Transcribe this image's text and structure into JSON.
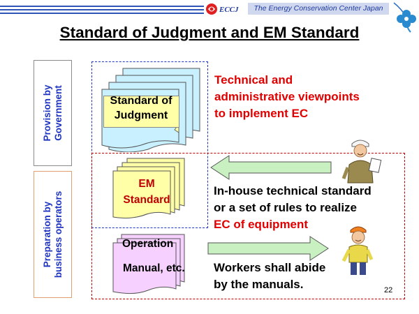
{
  "header": {
    "org_abbreviation": "ECCJ",
    "org_name": "The Energy Conservation Center Japan"
  },
  "title": "Standard of Judgment and EM Standard",
  "side_labels": {
    "provision": [
      "Provision by",
      "Government"
    ],
    "preparation": [
      "Preparation by",
      "business operators"
    ]
  },
  "documents": {
    "standard_of_judgment": [
      "Standard of",
      "Judgment"
    ],
    "em_standard": [
      "EM",
      "Standard"
    ],
    "operation_manual": [
      "Operation",
      "Manual, etc."
    ]
  },
  "descriptions": {
    "government": [
      "Technical and",
      "administrative viewpoints",
      "to implement EC"
    ],
    "em_standard_lines": [
      "In-house technical standard",
      "or a set of rules to realize"
    ],
    "em_standard_highlight": "EC of equipment",
    "operation": [
      "Workers shall abide",
      "by the manuals."
    ]
  },
  "page_number": "22",
  "colors": {
    "blue": "#1f35c2",
    "red": "#e00000",
    "arrow_fill": "#c8f0c0",
    "doc_blue": "#c8f0ff",
    "doc_yellow": "#ffffa8",
    "doc_pink": "#f6d0ff"
  },
  "icons": [
    "ecc-logo-icon",
    "clover-icon",
    "manager-person-icon",
    "worker-person-icon"
  ]
}
